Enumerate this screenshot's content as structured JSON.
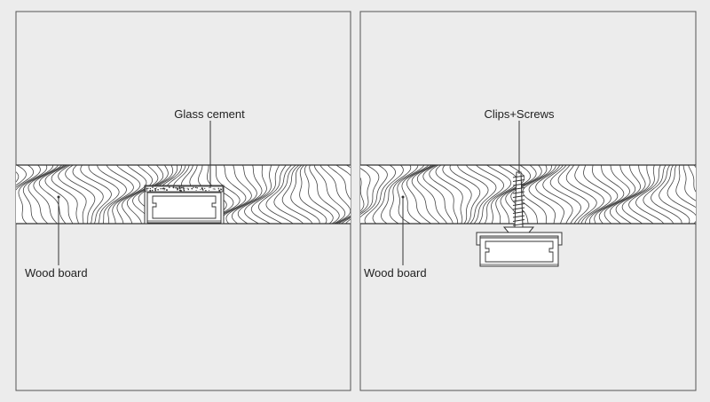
{
  "panels": [
    {
      "id": "left",
      "method_label": "Glass cement",
      "board_label": "Wood board"
    },
    {
      "id": "right",
      "method_label": "Clips+Screws",
      "board_label": "Wood board"
    }
  ],
  "colors": {
    "background": "#ececec",
    "panel_fill": "#ececec",
    "line": "#333333",
    "board_fill": "#ffffff",
    "profile_fill": "#ffffff"
  }
}
